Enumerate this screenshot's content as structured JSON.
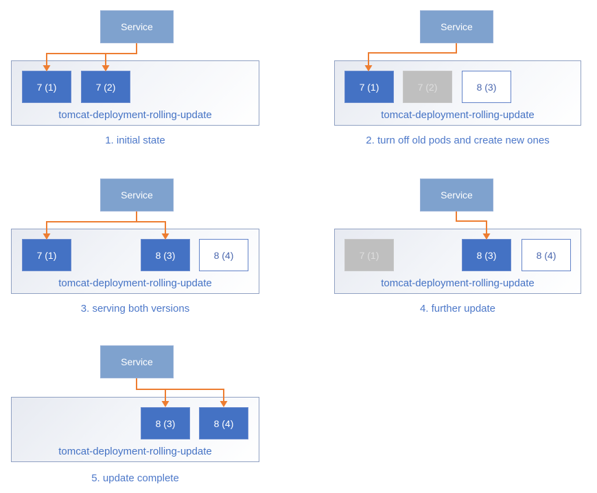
{
  "colors": {
    "service_fill": "#7fa2ce",
    "pod_active_fill": "#4472c4",
    "pod_terminated_fill": "#bfbfbf",
    "pod_new_border": "#6182c8",
    "deployment_border": "#8fa0c2",
    "label_text_blue": "#4472c4",
    "caption_text_blue": "#4d78c9",
    "arrow_orange": "#ed7d31"
  },
  "panels": [
    {
      "caption": "1. initial state",
      "service_label": "Service",
      "deployment_label": "tomcat-deployment-rolling-update",
      "pods": [
        {
          "label": "7 (1)",
          "state": "active"
        },
        {
          "label": "7 (2)",
          "state": "active"
        }
      ]
    },
    {
      "caption": "2. turn off old pods and create new ones",
      "service_label": "Service",
      "deployment_label": "tomcat-deployment-rolling-update",
      "pods": [
        {
          "label": "7 (1)",
          "state": "active"
        },
        {
          "label": "7 (2)",
          "state": "terminated"
        },
        {
          "label": "8 (3)",
          "state": "new"
        }
      ]
    },
    {
      "caption": "3. serving both versions",
      "service_label": "Service",
      "deployment_label": "tomcat-deployment-rolling-update",
      "pods": [
        {
          "label": "7 (1)",
          "state": "active"
        },
        {
          "label": "8 (3)",
          "state": "active"
        },
        {
          "label": "8 (4)",
          "state": "new"
        }
      ]
    },
    {
      "caption": "4. further update",
      "service_label": "Service",
      "deployment_label": "tomcat-deployment-rolling-update",
      "pods": [
        {
          "label": "7 (1)",
          "state": "terminated"
        },
        {
          "label": "8 (3)",
          "state": "active"
        },
        {
          "label": "8 (4)",
          "state": "new"
        }
      ]
    },
    {
      "caption": "5. update complete",
      "service_label": "Service",
      "deployment_label": "tomcat-deployment-rolling-update",
      "pods": [
        {
          "label": "8 (3)",
          "state": "active"
        },
        {
          "label": "8 (4)",
          "state": "active"
        }
      ]
    }
  ]
}
